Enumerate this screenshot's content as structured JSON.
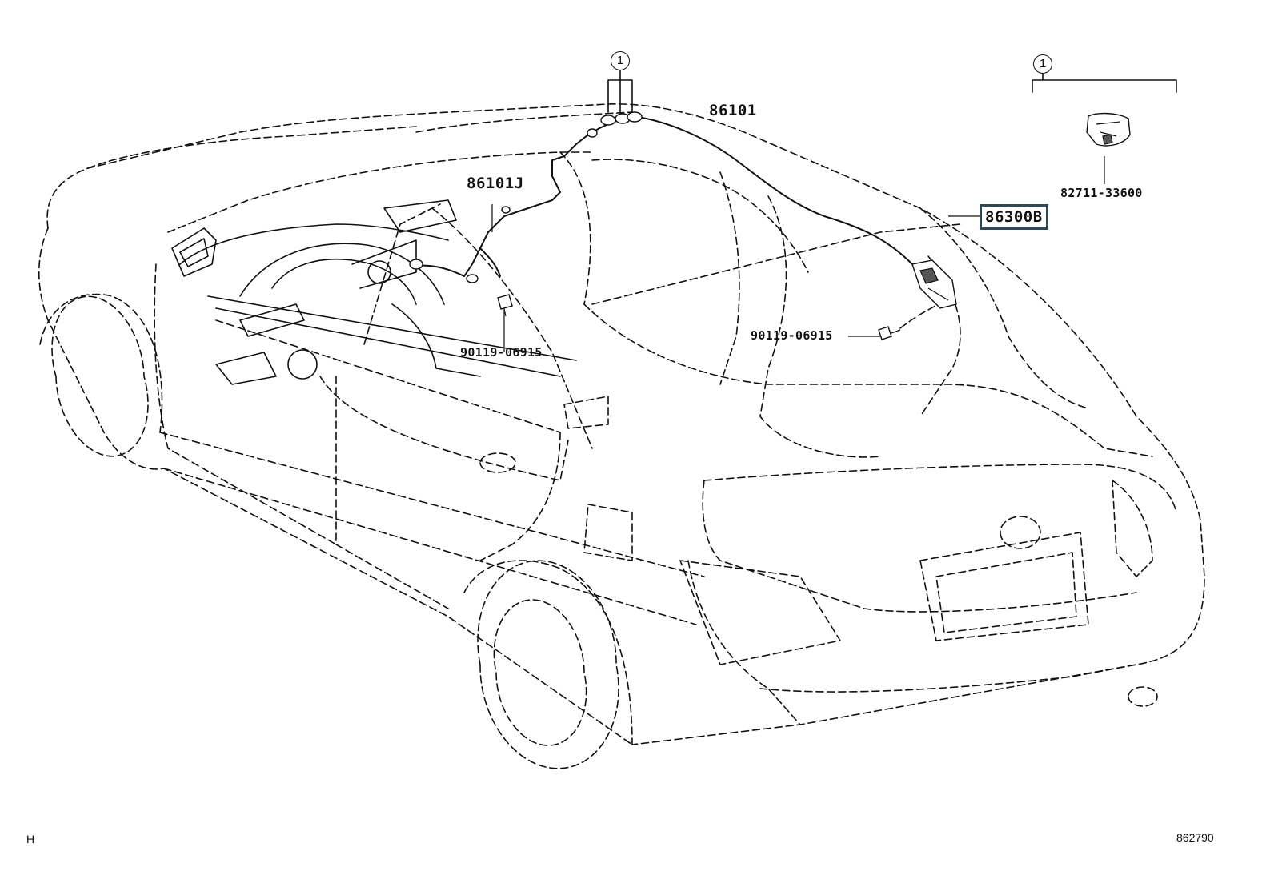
{
  "callouts": {
    "ref_circle_left": "1",
    "ref_circle_right": "1",
    "part_86101": "86101",
    "part_86101J": "86101J",
    "part_86300B": "86300B",
    "part_82711_33600": "82711-33600",
    "bolt_left": "90119-06915",
    "bolt_right": "90119-06915"
  },
  "footer": {
    "left_mark": "H",
    "figure_number": "862790"
  },
  "colors": {
    "line": "#111111",
    "highlight_box": "#2f4858",
    "background": "#ffffff"
  }
}
